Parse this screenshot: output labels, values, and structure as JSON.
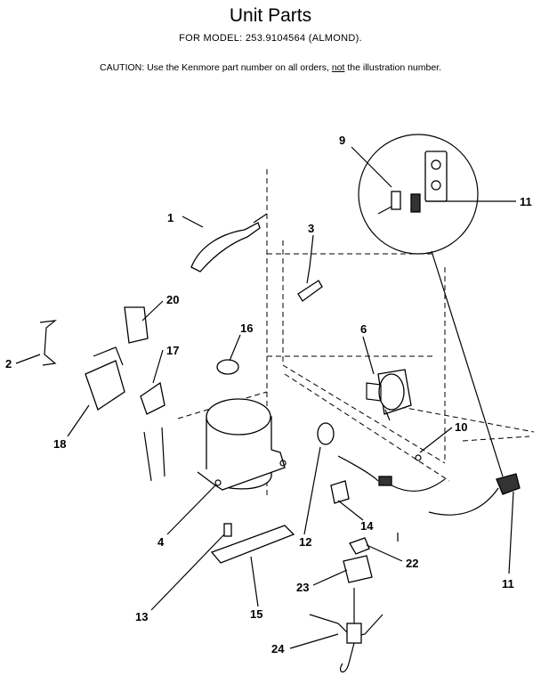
{
  "header": {
    "title": "Unit Parts",
    "model_line": "FOR MODEL:  253.9104564  (ALMOND).",
    "caution_prefix": "CAUTION:  Use the Kenmore part number on all orders, ",
    "caution_emphasis": "not",
    "caution_suffix": " the illustration number."
  },
  "callouts": {
    "c1": "1",
    "c2": "2",
    "c3": "3",
    "c4": "4",
    "c6": "6",
    "c9": "9",
    "c10": "10",
    "c11a": "11",
    "c11b": "11",
    "c12": "12",
    "c13": "13",
    "c14": "14",
    "c15": "15",
    "c16": "16",
    "c17": "17",
    "c18": "18",
    "c20": "20",
    "c22": "22",
    "c23": "23",
    "c24": "24"
  }
}
